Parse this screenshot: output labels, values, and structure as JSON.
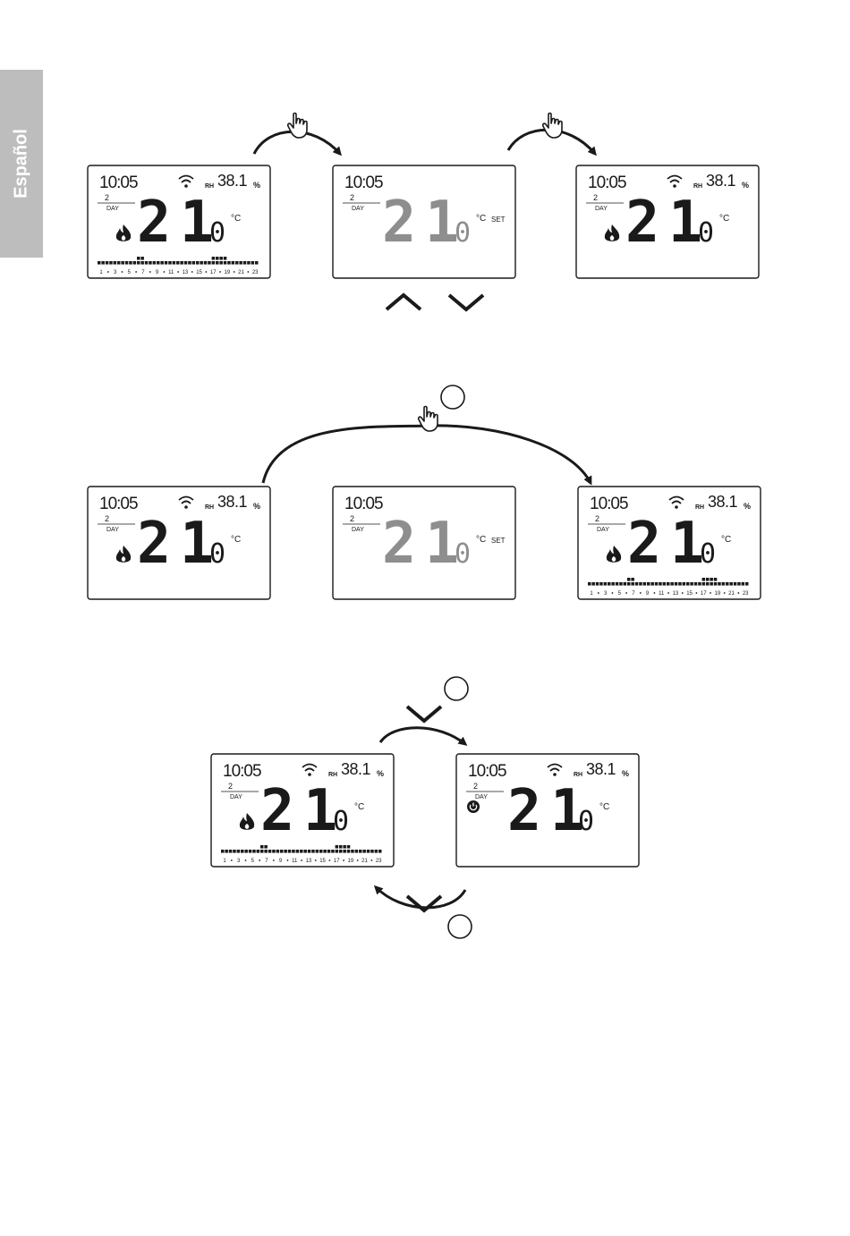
{
  "side_tab": {
    "label": "Español"
  },
  "colors": {
    "ink": "#1a1a1a",
    "dim_digits": "#8e8e8e",
    "tab": "#bdbdbd"
  },
  "hour_ticks": [
    "1",
    "3",
    "5",
    "7",
    "9",
    "11",
    "13",
    "15",
    "17",
    "19",
    "21",
    "23"
  ],
  "program_profile": [
    1,
    1,
    1,
    1,
    1,
    1,
    1,
    1,
    1,
    1,
    2,
    2,
    1,
    1,
    1,
    1,
    1,
    1,
    1,
    1,
    1,
    1,
    1,
    1,
    1,
    1,
    1,
    1,
    1,
    2,
    2,
    2,
    2,
    1,
    1,
    1,
    1,
    1,
    1,
    1,
    1
  ],
  "displays": [
    {
      "id": "row1-left",
      "time": "10:05",
      "day_num": "2",
      "day_label": "DAY",
      "wifi": true,
      "rh_label": "RH",
      "rh_value": "38.1",
      "rh_unit": "%",
      "temp_int": "21",
      "temp_dec": "0",
      "unit": "°C",
      "set_label": "",
      "mode_icon": "flame",
      "bars": true,
      "dim": false
    },
    {
      "id": "row1-mid",
      "time": "10:05",
      "day_num": "2",
      "day_label": "DAY",
      "wifi": false,
      "rh_label": "",
      "rh_value": "",
      "rh_unit": "",
      "temp_int": "21",
      "temp_dec": "0",
      "unit": "°C",
      "set_label": "SET",
      "mode_icon": "none",
      "bars": false,
      "dim": true
    },
    {
      "id": "row1-right",
      "time": "10:05",
      "day_num": "2",
      "day_label": "DAY",
      "wifi": true,
      "rh_label": "RH",
      "rh_value": "38.1",
      "rh_unit": "%",
      "temp_int": "21",
      "temp_dec": "0",
      "unit": "°C",
      "set_label": "",
      "mode_icon": "flame",
      "bars": false,
      "dim": false
    },
    {
      "id": "row2-left",
      "time": "10:05",
      "day_num": "2",
      "day_label": "DAY",
      "wifi": true,
      "rh_label": "RH",
      "rh_value": "38.1",
      "rh_unit": "%",
      "temp_int": "21",
      "temp_dec": "0",
      "unit": "°C",
      "set_label": "",
      "mode_icon": "flame",
      "bars": false,
      "dim": false
    },
    {
      "id": "row2-mid",
      "time": "10:05",
      "day_num": "2",
      "day_label": "DAY",
      "wifi": false,
      "rh_label": "",
      "rh_value": "",
      "rh_unit": "",
      "temp_int": "21",
      "temp_dec": "0",
      "unit": "°C",
      "set_label": "SET",
      "mode_icon": "none",
      "bars": false,
      "dim": true
    },
    {
      "id": "row2-right",
      "time": "10:05",
      "day_num": "2",
      "day_label": "DAY",
      "wifi": true,
      "rh_label": "RH",
      "rh_value": "38.1",
      "rh_unit": "%",
      "temp_int": "21",
      "temp_dec": "0",
      "unit": "°C",
      "set_label": "",
      "mode_icon": "flame",
      "bars": true,
      "dim": false
    },
    {
      "id": "row3-left",
      "time": "10:05",
      "day_num": "2",
      "day_label": "DAY",
      "wifi": true,
      "rh_label": "RH",
      "rh_value": "38.1",
      "rh_unit": "%",
      "temp_int": "21",
      "temp_dec": "0",
      "unit": "°C",
      "set_label": "",
      "mode_icon": "flame",
      "bars": true,
      "dim": false
    },
    {
      "id": "row3-right",
      "time": "10:05",
      "day_num": "2",
      "day_label": "DAY",
      "wifi": true,
      "rh_label": "RH",
      "rh_value": "38.1",
      "rh_unit": "%",
      "temp_int": "21",
      "temp_dec": "0",
      "unit": "°C",
      "set_label": "",
      "mode_icon": "power",
      "bars": false,
      "dim": false
    }
  ]
}
